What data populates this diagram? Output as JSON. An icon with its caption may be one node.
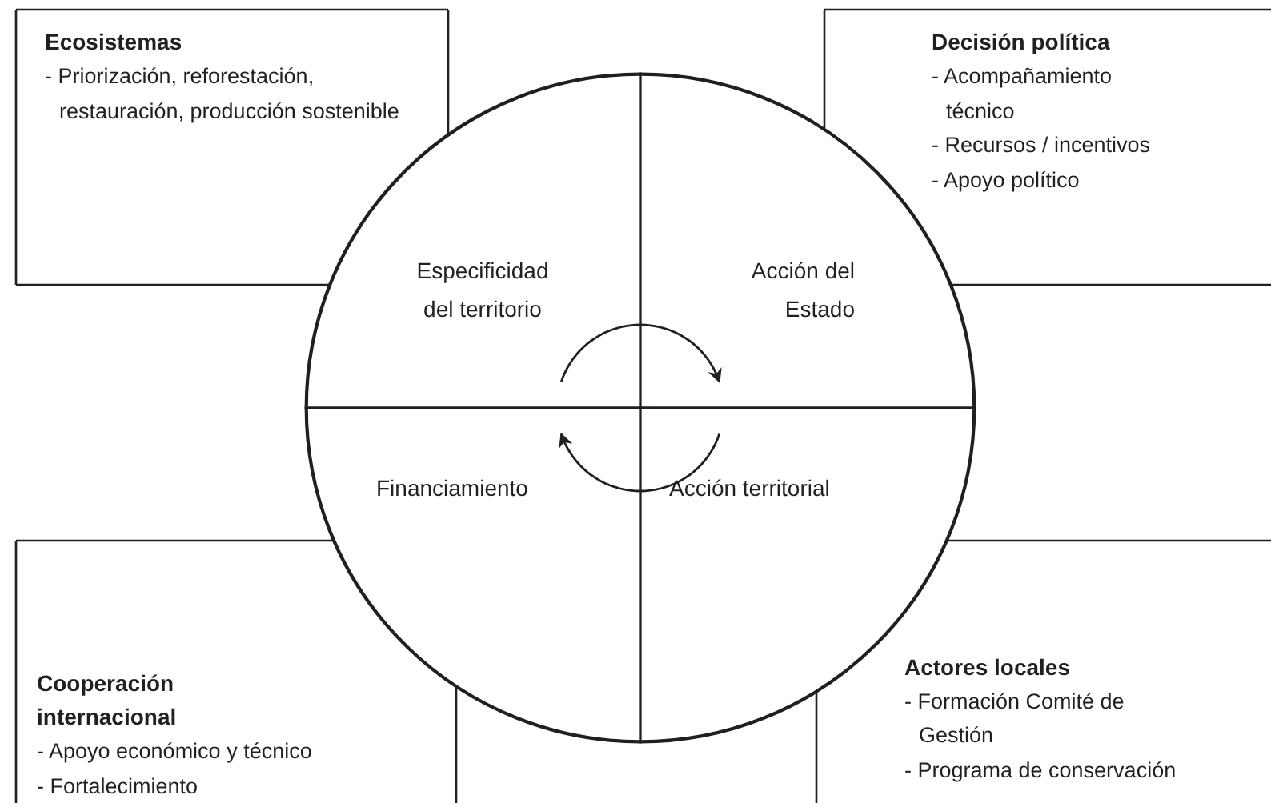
{
  "diagram": {
    "nodes": [
      {
        "text": [
          "Ecosistemas",
          "- Priorización, reforestación, restauración, producción sostenible"
        ]
      },
      {
        "text": [
          "Decisión política",
          "- Acompañamiento técnico",
          "- Recursos / incentivos",
          "- Apoyo político"
        ]
      },
      {
        "text": [],
        "shape": "circle"
      },
      {
        "text": [
          "Especificidad del territorio"
        ],
        "in": 2
      },
      {
        "text": [
          "Acción del Estado"
        ],
        "in": 2
      },
      {
        "text": [
          "Financiamiento"
        ],
        "in": 2
      },
      {
        "text": [
          "Acción territorial"
        ],
        "in": 2
      },
      {
        "text": [
          "Cooperación internacional",
          "- Apoyo económico y técnico",
          "- Fortalecimiento"
        ]
      },
      {
        "text": [
          "Actores locales",
          "- Formación Comité de Gestión",
          "- Programa de conservación"
        ]
      }
    ],
    "edges": [
      {
        "from": 3,
        "to": 4,
        "arrow": "to"
      },
      {
        "from": 6,
        "to": 5,
        "arrow": "to"
      }
    ]
  }
}
